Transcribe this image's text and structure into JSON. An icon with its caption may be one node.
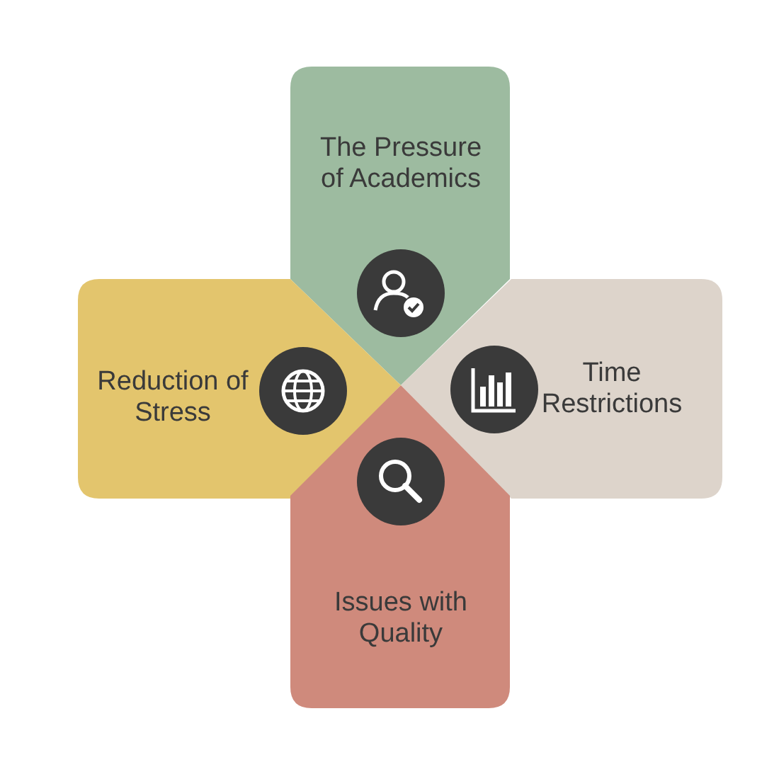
{
  "diagram": {
    "nodes": [
      {
        "text": [
          "The Pressure of Academics"
        ]
      },
      {
        "text": [
          "Reduction of Stress"
        ]
      },
      {
        "text": [
          "Time Restrictions"
        ]
      },
      {
        "text": [
          "Issues with Quality"
        ]
      }
    ]
  }
}
